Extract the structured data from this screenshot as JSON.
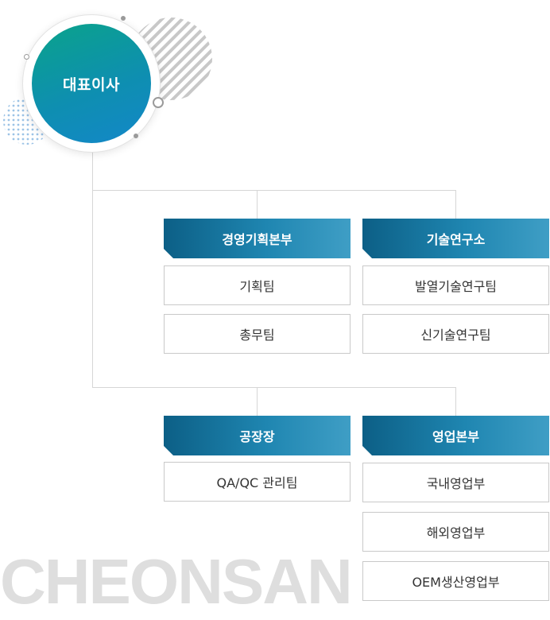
{
  "ceo": {
    "label": "대표이사"
  },
  "groups": [
    {
      "header": "경영기획본부",
      "teams": [
        "기획팀",
        "총무팀"
      ]
    },
    {
      "header": "기술연구소",
      "teams": [
        "발열기술연구팀",
        "신기술연구팀"
      ]
    },
    {
      "header": "공장장",
      "teams": [
        "QA/QC 관리팀"
      ]
    },
    {
      "header": "영업본부",
      "teams": [
        "국내영업부",
        "해외영업부",
        "OEM생산영업부"
      ]
    }
  ],
  "watermark": "CHEONSAN",
  "colors": {
    "ceo_gradient_start": "#0aa38a",
    "ceo_gradient_end": "#1387c9",
    "header_dark": "#0c5f86",
    "header_light": "#3f9ec5",
    "connector": "#d6d6d6",
    "box_border": "#c9c9c9"
  }
}
